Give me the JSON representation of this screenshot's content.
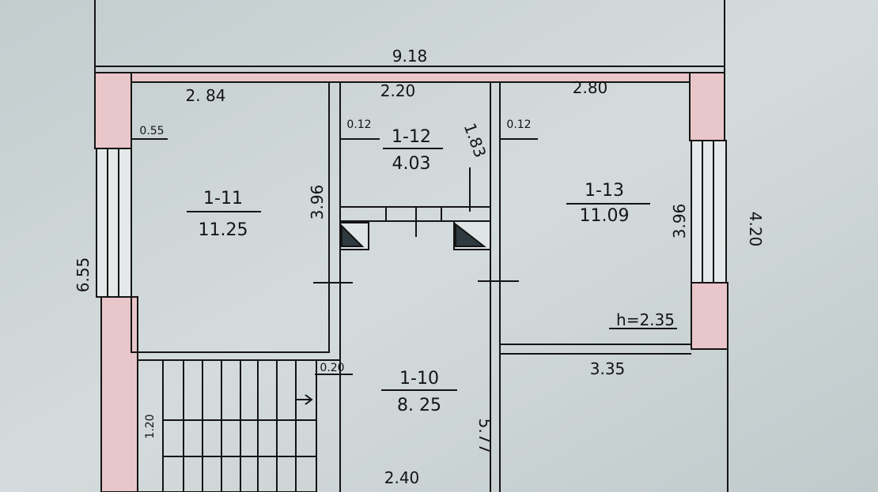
{
  "overall_width": "9.18",
  "top_dims": {
    "left": "2. 84",
    "center": "2.20",
    "right": "2.80"
  },
  "left_height": "6.55",
  "right_height": "4.20",
  "rooms": [
    {
      "id": "1-11",
      "area": "11.25"
    },
    {
      "id": "1-12",
      "area": "4.03"
    },
    {
      "id": "1-13",
      "area": "11.09"
    },
    {
      "id": "1-10",
      "area": "8. 25"
    }
  ],
  "wall_dims": {
    "w1": "0.55",
    "w2": "0.12",
    "w3": "0.12",
    "h_1_11": "3.96",
    "h_1_12": "1.83",
    "h_1_13": "3.96",
    "stairs_gap": "0.20",
    "stairs_width": "1.20",
    "corridor_len": "5.77",
    "bottom_width": "2.40",
    "right_bottom": "3.35"
  },
  "ceiling_height": "h=2.35",
  "colors": {
    "wall_fill": "#e9c6c9",
    "ink": "#141414",
    "paper": "#c9d2d3"
  }
}
